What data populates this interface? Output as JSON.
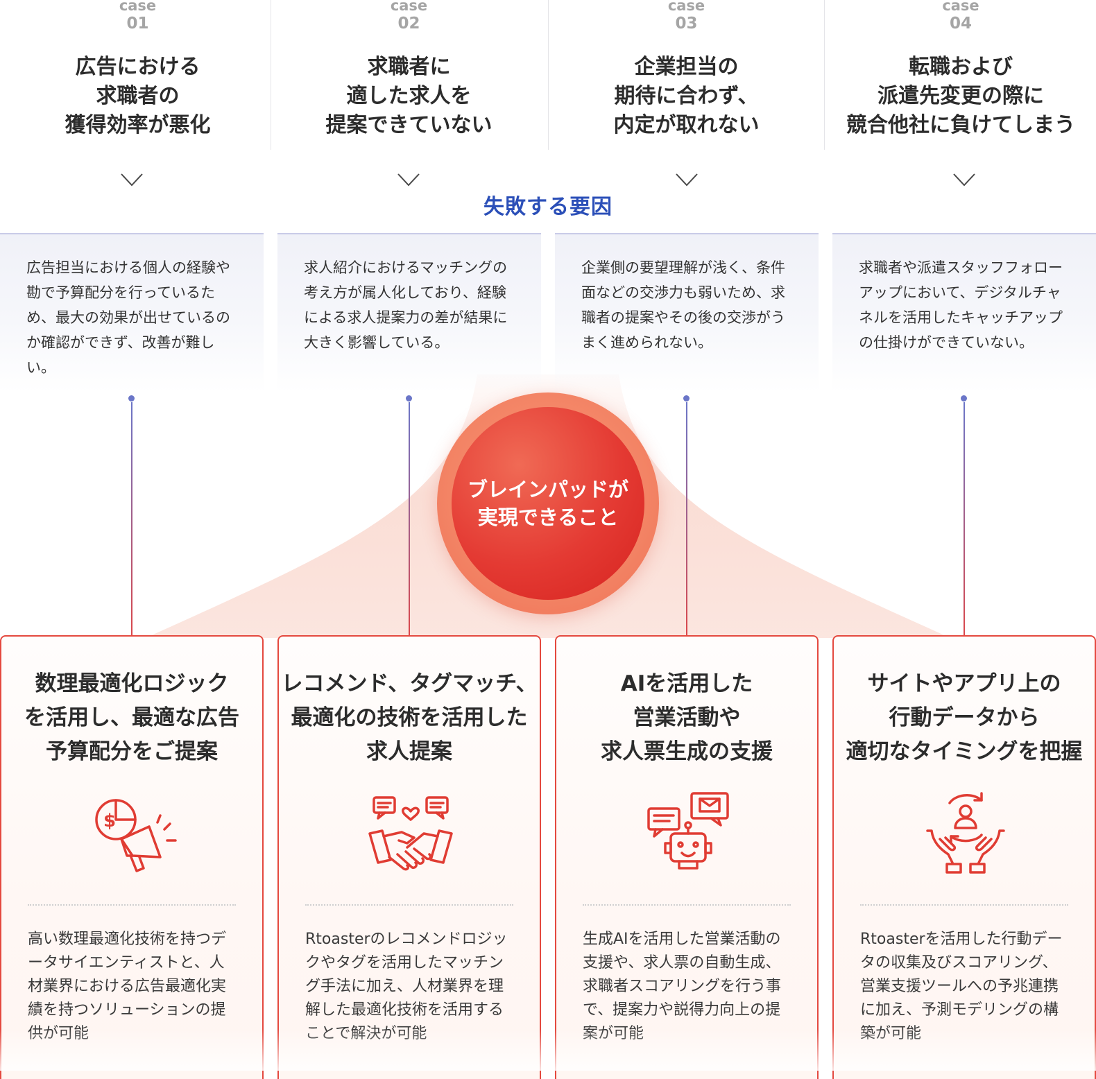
{
  "cases": [
    {
      "label": "case",
      "num": "01",
      "title": "広告における\n求職者の\n獲得効率が悪化"
    },
    {
      "label": "case",
      "num": "02",
      "title": "求職者に\n適した求人を\n提案できていない"
    },
    {
      "label": "case",
      "num": "03",
      "title": "企業担当の\n期待に合わず、\n内定が取れない"
    },
    {
      "label": "case",
      "num": "04",
      "title": "転職および\n派遣先変更の際に\n競合他社に負けてしまう"
    }
  ],
  "factor_heading": "失敗する要因",
  "factors": [
    "広告担当における個人の経験や勘で予算配分を行っているため、最大の効果が出せているのか確認ができず、改善が難しい。",
    "求人紹介におけるマッチングの考え方が属人化しており、経験による求人提案力の差が結果に大きく影響している。",
    "企業側の要望理解が浅く、条件面などの交渉力も弱いため、求職者の提案やその後の交渉がうまく進められない。",
    "求職者や派遣スタッフフォローアップにおいて、デジタルチャネルを活用したキャッチアップの仕掛けができていない。"
  ],
  "hub_text": "ブレインパッドが\n実現できること",
  "solutions": [
    {
      "title": "数理最適化ロジック\nを活用し、最適な広告\n予算配分をご提案",
      "icon": "megaphone-budget-icon",
      "body": "高い数理最適化技術を持つデータサイエンティストと、人材業界における広告最適化実績を持つソリューションの提供が可能"
    },
    {
      "title": "レコメンド、タグマッチ、\n最適化の技術を活用した\n求人提案",
      "icon": "handshake-match-icon",
      "body": "Rtoasterのレコメンドロジックやタグを活用したマッチング手法に加え、人材業界を理解した最適化技術を活用することで解決が可能"
    },
    {
      "title": "AIを活用した\n営業活動や\n求人票生成の支援",
      "icon": "ai-robot-chat-icon",
      "body": "生成AIを活用した営業活動の支援や、求人票の自動生成、求職者スコアリングを行う事で、提案力や説得力向上の提案が可能"
    },
    {
      "title": "サイトやアプリ上の\n行動データから\n適切なタイミングを把握",
      "icon": "hands-user-cycle-icon",
      "body": "Rtoasterを活用した行動データの収集及びスコアリング、営業支援ツールへの予兆連携に加え、予測モデリングの構築が可能"
    }
  ],
  "colors": {
    "accent_red": "#e4493f",
    "heading_blue": "#2b4fb8",
    "dot_blue": "#6b76c8",
    "hub_red": "#d6231f"
  }
}
